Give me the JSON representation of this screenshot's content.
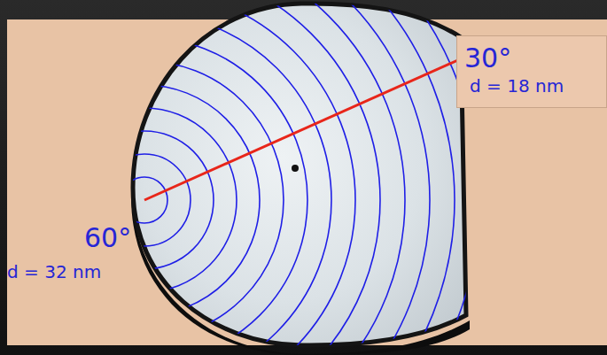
{
  "diagram": {
    "nodes": [
      {
        "text": [
          "30°",
          "d = 18 nm"
        ]
      }
    ],
    "labels": [
      "60°",
      "d = 32 nm"
    ]
  }
}
